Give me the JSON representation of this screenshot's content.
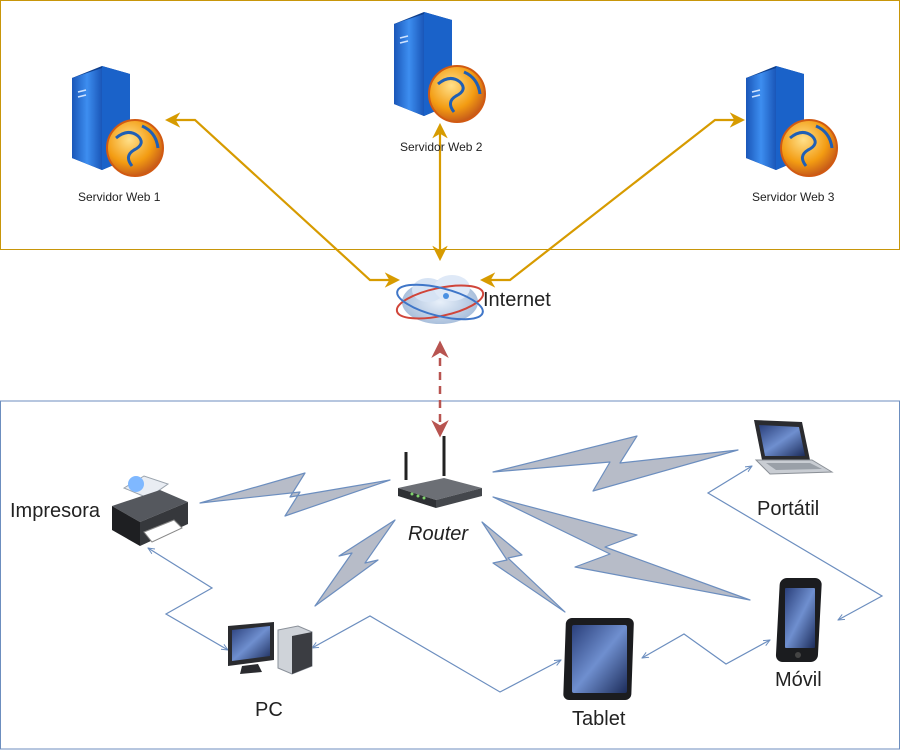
{
  "groups": {
    "servers_zone": {
      "border_color": "#c8960a"
    },
    "lan_zone": {
      "border_color": "#6c8ebf"
    }
  },
  "nodes": {
    "server1": {
      "label": "Servidor Web 1",
      "icon": "web-server-icon"
    },
    "server2": {
      "label": "Servidor Web 2",
      "icon": "web-server-icon"
    },
    "server3": {
      "label": "Servidor Web 3",
      "icon": "web-server-icon"
    },
    "internet": {
      "label": "Internet",
      "icon": "internet-cloud-icon"
    },
    "router": {
      "label": "Router",
      "icon": "router-icon"
    },
    "printer": {
      "label": "Impresora",
      "icon": "printer-icon"
    },
    "pc": {
      "label": "PC",
      "icon": "desktop-pc-icon"
    },
    "tablet": {
      "label": "Tablet",
      "icon": "tablet-icon"
    },
    "laptop": {
      "label": "Portátil",
      "icon": "laptop-icon"
    },
    "mobile": {
      "label": "Móvil",
      "icon": "mobile-phone-icon"
    }
  },
  "colors": {
    "server_links": "#d79b00",
    "internet_router_link": "#b85450",
    "device_links": "#6c8ebf",
    "wireless_bolt_fill": "#b7bcc8",
    "wireless_bolt_stroke": "#6c8ebf"
  }
}
